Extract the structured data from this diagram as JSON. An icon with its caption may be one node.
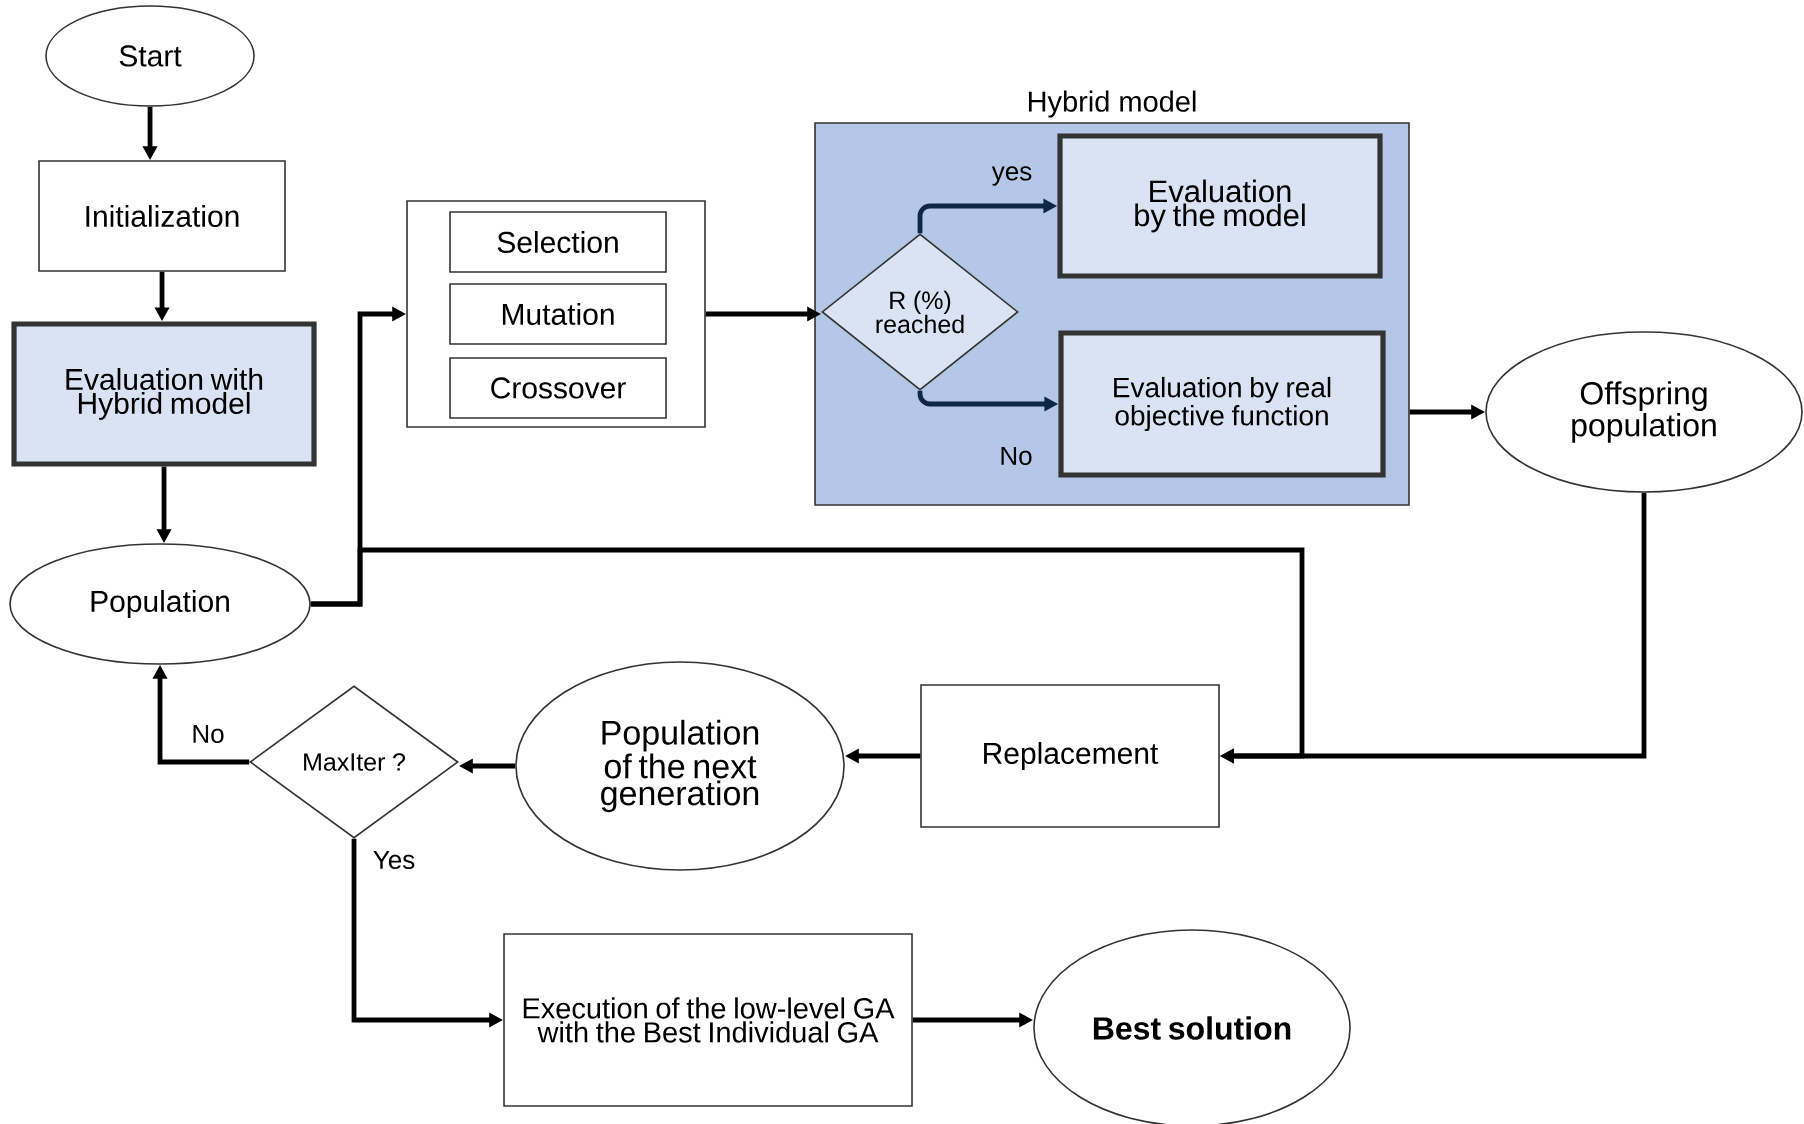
{
  "diagram": {
    "nodes": [
      {
        "text": [
          "Start"
        ]
      },
      {
        "text": [
          "Initialization"
        ]
      },
      {
        "text": [
          "Evaluation with Hybrid model"
        ]
      },
      {
        "text": [
          "Population"
        ]
      },
      {
        "text": [],
        "shape": "box"
      },
      {
        "text": [
          "Selection"
        ],
        "in": 4
      },
      {
        "text": [
          "Mutation"
        ],
        "in": 4
      },
      {
        "text": [
          "Crossover"
        ],
        "in": 4
      },
      {
        "text": [
          "Hybrid model"
        ]
      },
      {
        "text": [
          "R (%) reached"
        ],
        "in": 8
      },
      {
        "text": [
          "Evaluation by the model"
        ],
        "in": 8
      },
      {
        "text": [
          "Evaluation by real objective function"
        ],
        "in": 8
      },
      {
        "text": [
          "Offspring population"
        ]
      },
      {
        "text": [
          "Replacement"
        ]
      },
      {
        "text": [
          "Population of the next generation"
        ]
      },
      {
        "text": [
          "MaxIter ?"
        ]
      },
      {
        "text": [
          "Execution of the low-level GA with the Best Individual GA"
        ]
      },
      {
        "text": [
          "Best solution"
        ]
      }
    ],
    "edges": [
      {
        "from": 0,
        "to": 1,
        "arrow": "to"
      },
      {
        "from": 1,
        "to": 2,
        "arrow": "to"
      },
      {
        "from": 2,
        "to": 3,
        "arrow": "to"
      },
      {
        "from": 3,
        "to": 4,
        "arrow": "to"
      },
      {
        "from": 4,
        "to": 9,
        "arrow": "to"
      },
      {
        "from": 9,
        "to": 10,
        "arrow": "to",
        "label": "yes",
        "color": "#0f2747"
      },
      {
        "from": 9,
        "to": 11,
        "arrow": "to",
        "label": "No",
        "color": "#0f2747"
      },
      {
        "from": 8,
        "to": 12,
        "arrow": "to"
      },
      {
        "from": 12,
        "to": 13,
        "arrow": "to"
      },
      {
        "from": 3,
        "to": 13,
        "arrow": "to"
      },
      {
        "from": 13,
        "to": 14,
        "arrow": "to"
      },
      {
        "from": 14,
        "to": 15,
        "arrow": "to"
      },
      {
        "from": 15,
        "to": 3,
        "arrow": "to",
        "label": "No"
      },
      {
        "from": 15,
        "to": 16,
        "arrow": "to",
        "label": "Yes"
      },
      {
        "from": 16,
        "to": 17,
        "arrow": "to"
      }
    ]
  }
}
